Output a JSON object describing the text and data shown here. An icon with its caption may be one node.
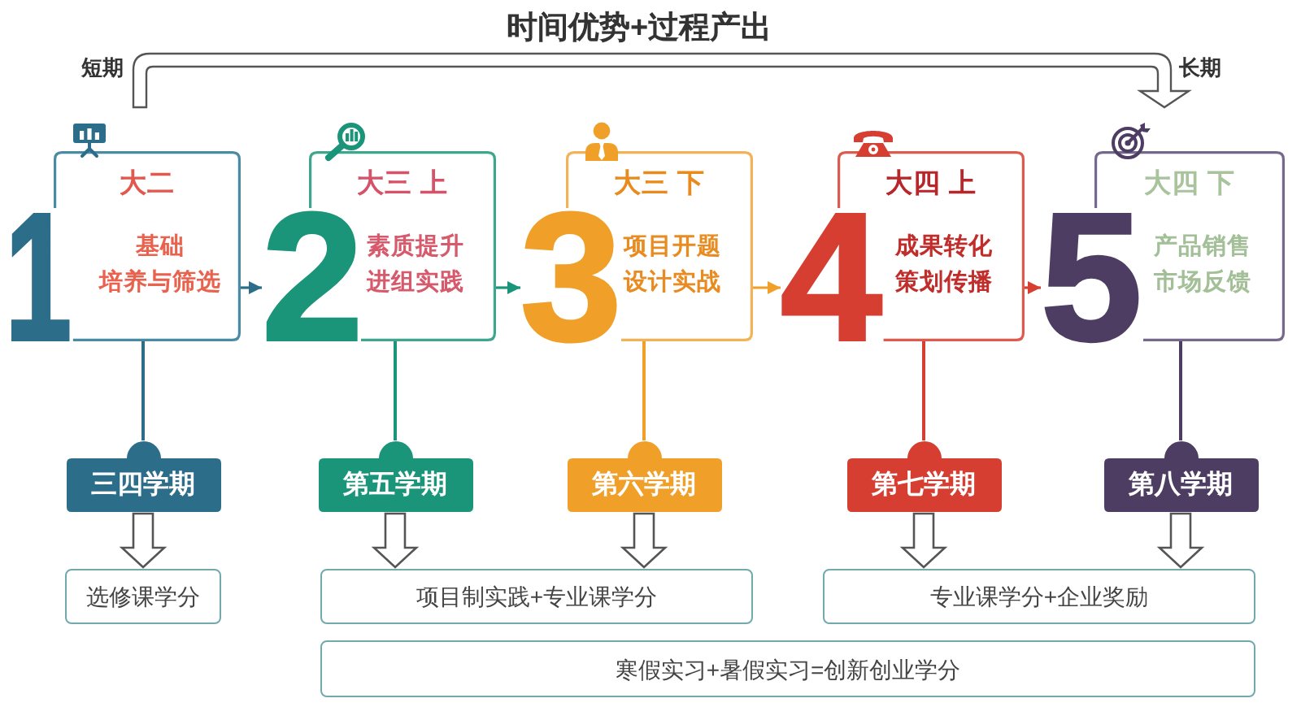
{
  "diagram": {
    "title": "时间优势+过程产出",
    "nodes": [
      {
        "text": [
          "1",
          "大二",
          "基础",
          "培养与筛选"
        ]
      },
      {
        "text": [
          "2",
          "大三 上",
          "素质提升",
          "进组实践"
        ]
      },
      {
        "text": [
          "3",
          "大三 下",
          "项目开题",
          "设计实战"
        ]
      },
      {
        "text": [
          "4",
          "大四 上",
          "成果转化",
          "策划传播"
        ]
      },
      {
        "text": [
          "5",
          "大四 下",
          "产品销售",
          "市场反馈"
        ]
      },
      {
        "text": [
          "三四学期"
        ]
      },
      {
        "text": [
          "第五学期"
        ]
      },
      {
        "text": [
          "第六学期"
        ]
      },
      {
        "text": [
          "第七学期"
        ]
      },
      {
        "text": [
          "第八学期"
        ]
      },
      {
        "text": [
          "选修课学分"
        ]
      },
      {
        "text": [
          "项目制实践+专业课学分"
        ]
      },
      {
        "text": [
          "专业课学分+企业奖励"
        ]
      },
      {
        "text": [
          "寒假实习+暑假实习=创新创业学分"
        ]
      }
    ],
    "edges": [
      {
        "from": 0,
        "to": 1,
        "arrow": "to",
        "color": "#2c6e8a"
      },
      {
        "from": 1,
        "to": 2,
        "arrow": "to",
        "color": "#1a957a"
      },
      {
        "from": 2,
        "to": 3,
        "arrow": "to",
        "color": "#f0a028"
      },
      {
        "from": 3,
        "to": 4,
        "arrow": "to",
        "color": "#d63e32"
      },
      {
        "from": 0,
        "to": 5,
        "arrow": "none",
        "color": "#2c6e8a"
      },
      {
        "from": 1,
        "to": 6,
        "arrow": "none",
        "color": "#1a957a"
      },
      {
        "from": 2,
        "to": 7,
        "arrow": "none",
        "color": "#f0a028"
      },
      {
        "from": 3,
        "to": 8,
        "arrow": "none",
        "color": "#d63e32"
      },
      {
        "from": 4,
        "to": 9,
        "arrow": "none",
        "color": "#4e3d62"
      },
      {
        "from": 5,
        "to": 10,
        "arrow": "to",
        "style": "thick"
      },
      {
        "from": 6,
        "to": 11,
        "arrow": "to",
        "style": "thick"
      },
      {
        "from": 7,
        "to": 11,
        "arrow": "to",
        "style": "thick"
      },
      {
        "from": 8,
        "to": 12,
        "arrow": "to",
        "style": "thick"
      },
      {
        "from": 9,
        "to": 12,
        "arrow": "to",
        "style": "thick"
      }
    ],
    "labels": [
      "短期",
      "长期"
    ]
  }
}
